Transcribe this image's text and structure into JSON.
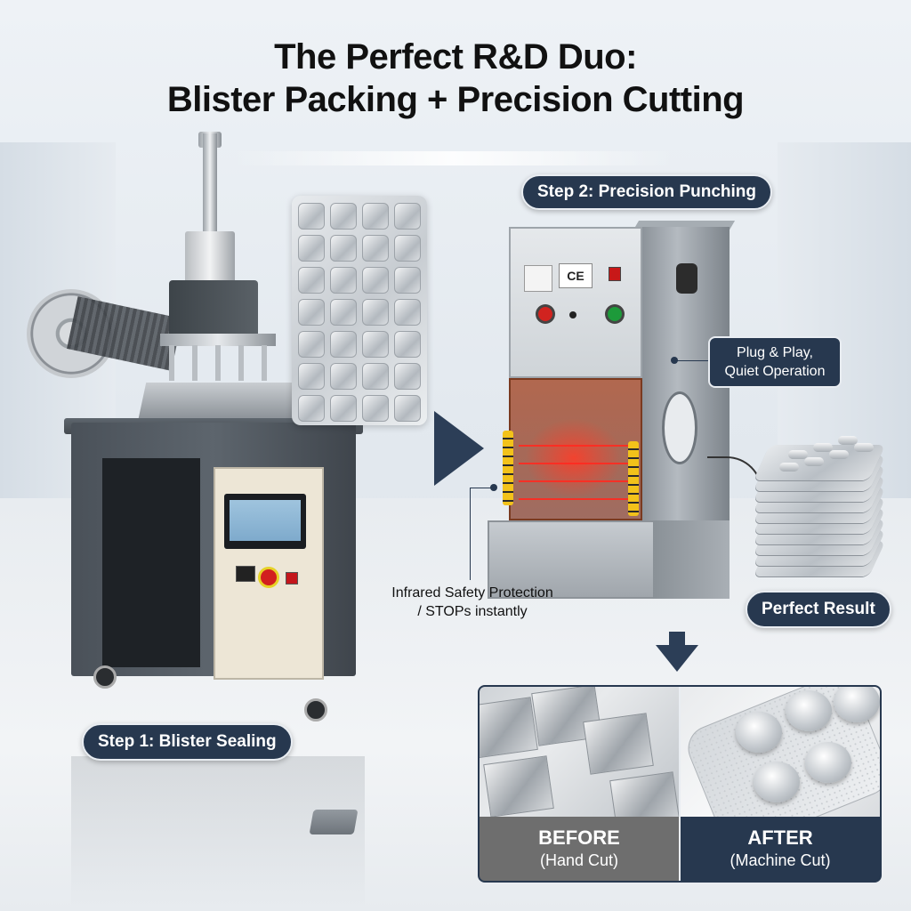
{
  "title": {
    "line1": "The Perfect R&D Duo:",
    "line2": "Blister Packing + Precision Cutting"
  },
  "labels": {
    "step1": "Step 1: Blister Sealing",
    "step2": "Step 2: Precision Punching",
    "plug_line1": "Plug & Play,",
    "plug_line2": "Quiet Operation",
    "safety_line1": "Infrared Safety Protection",
    "safety_line2": "/ STOPs instantly",
    "result": "Perfect Result"
  },
  "machine2": {
    "ce_mark": "CE"
  },
  "compare": {
    "before_title": "BEFORE",
    "before_sub": "(Hand Cut)",
    "after_title": "AFTER",
    "after_sub": "(Machine Cut)"
  },
  "colors": {
    "navy": "#27384f",
    "before_gray": "#6e6e6e",
    "laser_red": "#ff2a20",
    "sensor_yellow": "#f2c21a"
  }
}
